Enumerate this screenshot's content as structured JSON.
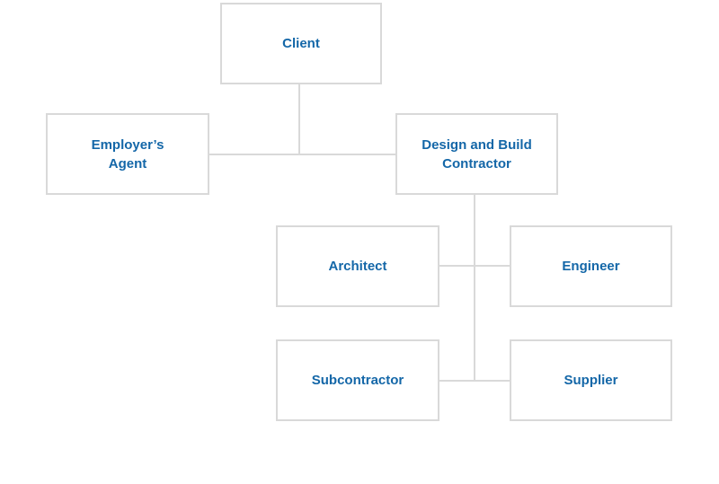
{
  "colors": {
    "text": "#1467a8",
    "border": "#d9d9d9",
    "background": "#ffffff"
  },
  "nodes": {
    "client": "Client",
    "employers_agent": "Employer’s\nAgent",
    "contractor": "Design and Build\nContractor",
    "architect": "Architect",
    "engineer": "Engineer",
    "subcontractor": "Subcontractor",
    "supplier": "Supplier"
  }
}
